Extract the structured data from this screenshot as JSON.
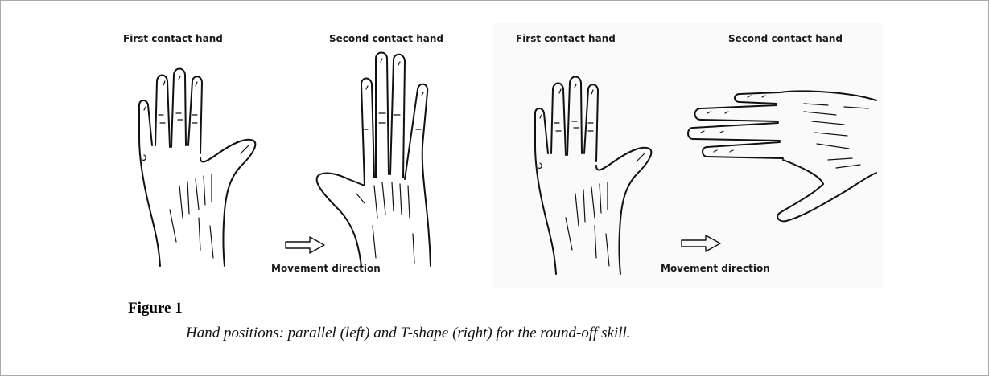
{
  "figure": {
    "left_panel": {
      "first_label": "First contact hand",
      "second_label": "Second contact hand",
      "movement_label": "Movement direction"
    },
    "right_panel": {
      "first_label": "First contact hand",
      "second_label": "Second contact hand",
      "movement_label": "Movement direction"
    },
    "caption_title": "Figure 1",
    "caption_text": "Hand positions: parallel (left) and T-shape (right) for the round-off skill."
  },
  "icons": [
    "hand-drawing-upright",
    "hand-drawing-mirrored",
    "hand-drawing-sideways",
    "arrow-right-icon"
  ]
}
